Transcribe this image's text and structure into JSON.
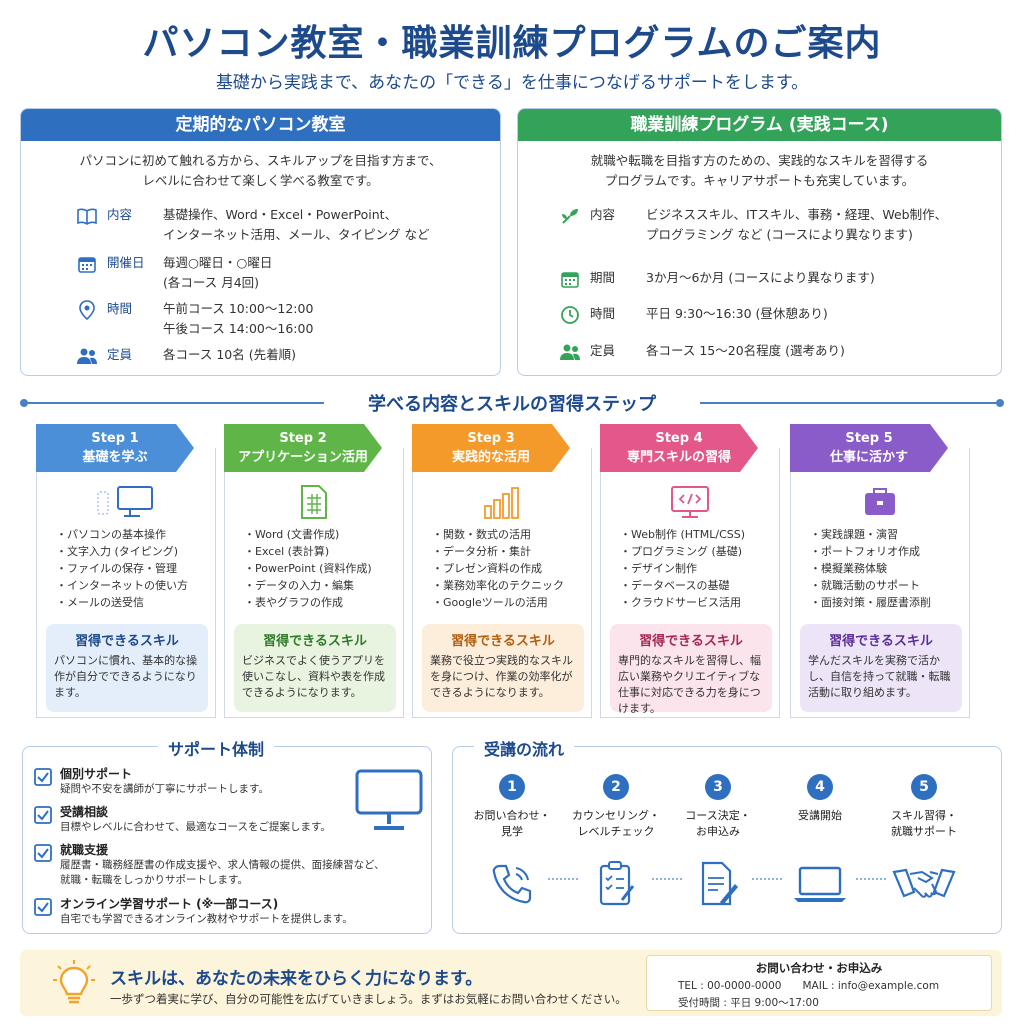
{
  "header": {
    "title": "パソコン教室・職業訓練プログラムのご案内",
    "subtitle": "基礎から実践まで、あなたの「できる」を仕事につなげるサポートをします。"
  },
  "colors": {
    "blue": "#2f6fc0",
    "green": "#34a35a",
    "navy": "#1d4a8c"
  },
  "pc_class": {
    "heading": "定期的なパソコン教室",
    "intro": [
      "パソコンに初めて触れる方から、スキルアップを目指す方まで、",
      "レベルに合わせて楽しく学べる教室です。"
    ],
    "rows": [
      {
        "icon": "book-icon",
        "label": "内容",
        "value": "基礎操作、Word・Excel・PowerPoint、\nインターネット活用、メール、タイピング など"
      },
      {
        "icon": "calendar-icon",
        "label": "開催日",
        "value": "毎週○曜日・○曜日\n(各コース 月4回)"
      },
      {
        "icon": "location-pin-icon",
        "label": "時間",
        "value": "午前コース 10:00〜12:00\n午後コース 14:00〜16:00"
      },
      {
        "icon": "people-icon",
        "label": "定員",
        "value": "各コース 10名 (先着順)"
      }
    ]
  },
  "training": {
    "heading": "職業訓練プログラム (実践コース)",
    "intro": [
      "就職や転職を目指す方のための、実践的なスキルを習得する",
      "プログラムです。キャリアサポートも充実しています。"
    ],
    "rows": [
      {
        "icon": "sprout-icon",
        "label": "内容",
        "value": "ビジネススキル、ITスキル、事務・経理、Web制作、\nプログラミング など (コースにより異なります)"
      },
      {
        "icon": "calendar-icon",
        "label": "期間",
        "value": "3か月〜6か月 (コースにより異なります)"
      },
      {
        "icon": "clock-icon",
        "label": "時間",
        "value": "平日 9:30〜16:30 (昼休憩あり)"
      },
      {
        "icon": "people-icon",
        "label": "定員",
        "value": "各コース 15〜20名程度 (選考あり)"
      }
    ]
  },
  "steps_title": "学べる内容とスキルの習得ステップ",
  "steps": [
    {
      "step": "Step 1",
      "name": "基礎を学ぶ",
      "color": "#4a8fd8",
      "light": "#e3eefa",
      "dark": "#1d4a8c",
      "icon": "computer-icon",
      "items": [
        "・パソコンの基本操作",
        "・文字入力 (タイピング)",
        "・ファイルの保存・管理",
        "・インターネットの使い方",
        "・メールの送受信"
      ],
      "skill_title": "習得できるスキル",
      "skill_desc": "パソコンに慣れ、基本的な操作が自分でできるようになります。"
    },
    {
      "step": "Step 2",
      "name": "アプリケーション活用",
      "color": "#5fb548",
      "light": "#e8f4e0",
      "dark": "#2f7a2a",
      "icon": "spreadsheet-icon",
      "items": [
        "・Word (文書作成)",
        "・Excel (表計算)",
        "・PowerPoint (資料作成)",
        "・データの入力・編集",
        "・表やグラフの作成"
      ],
      "skill_title": "習得できるスキル",
      "skill_desc": "ビジネスでよく使うアプリを使いこなし、資料や表を作成できるようになります。"
    },
    {
      "step": "Step 3",
      "name": "実践的な活用",
      "color": "#f39a2b",
      "light": "#fdeedc",
      "dark": "#b25e0e",
      "icon": "bar-chart-icon",
      "items": [
        "・関数・数式の活用",
        "・データ分析・集計",
        "・プレゼン資料の作成",
        "・業務効率化のテクニック",
        "・Googleツールの活用"
      ],
      "skill_title": "習得できるスキル",
      "skill_desc": "業務で役立つ実践的なスキルを身につけ、作業の効率化ができるようになります。"
    },
    {
      "step": "Step 4",
      "name": "専門スキルの習得",
      "color": "#e3578a",
      "light": "#fbe4ec",
      "dark": "#a8284f",
      "icon": "code-monitor-icon",
      "items": [
        "・Web制作 (HTML/CSS)",
        "・プログラミング (基礎)",
        "・デザイン制作",
        "・データベースの基礎",
        "・クラウドサービス活用"
      ],
      "skill_title": "習得できるスキル",
      "skill_desc": "専門的なスキルを習得し、幅広い業務やクリエイティブな仕事に対応できる力を身につけます。"
    },
    {
      "step": "Step 5",
      "name": "仕事に活かす",
      "color": "#8a5cc9",
      "light": "#ede4f8",
      "dark": "#5b2f97",
      "icon": "briefcase-icon",
      "items": [
        "・実践課題・演習",
        "・ポートフォリオ作成",
        "・模擬業務体験",
        "・就職活動のサポート",
        "・面接対策・履歴書添削"
      ],
      "skill_title": "習得できるスキル",
      "skill_desc": "学んだスキルを実務で活かし、自信を持って就職・転職活動に取り組めます。"
    }
  ],
  "support": {
    "title": "サポート体制",
    "items": [
      {
        "title": "個別サポート",
        "desc": "疑問や不安を講師が丁寧にサポートします。"
      },
      {
        "title": "受講相談",
        "desc": "目標やレベルに合わせて、最適なコースをご提案します。"
      },
      {
        "title": "就職支援",
        "desc": "履歴書・職務経歴書の作成支援や、求人情報の提供、面接練習など、\n就職・転職をしっかりサポートします。"
      },
      {
        "title": "オンライン学習サポート (※一部コース)",
        "desc": "自宅でも学習できるオンライン教材やサポートを提供します。"
      }
    ]
  },
  "flow": {
    "title": "受講の流れ",
    "steps": [
      {
        "num": "1",
        "label": "お問い合わせ・\n見学",
        "icon": "phone-icon"
      },
      {
        "num": "2",
        "label": "カウンセリング・\nレベルチェック",
        "icon": "clipboard-icon"
      },
      {
        "num": "3",
        "label": "コース決定・\nお申込み",
        "icon": "form-pen-icon"
      },
      {
        "num": "4",
        "label": "受講開始",
        "icon": "laptop-icon"
      },
      {
        "num": "5",
        "label": "スキル習得・\n就職サポート",
        "icon": "handshake-icon"
      }
    ]
  },
  "footer": {
    "message": "スキルは、あなたの未来をひらく力になります。",
    "sub": "一歩ずつ着実に学び、自分の可能性を広げていきましょう。まずはお気軽にお問い合わせください。",
    "contact_title": "お問い合わせ・お申込み",
    "tel": "TEL : 00-0000-0000　　MAIL : info@example.com",
    "hours": "受付時間 : 平日 9:00〜17:00"
  }
}
